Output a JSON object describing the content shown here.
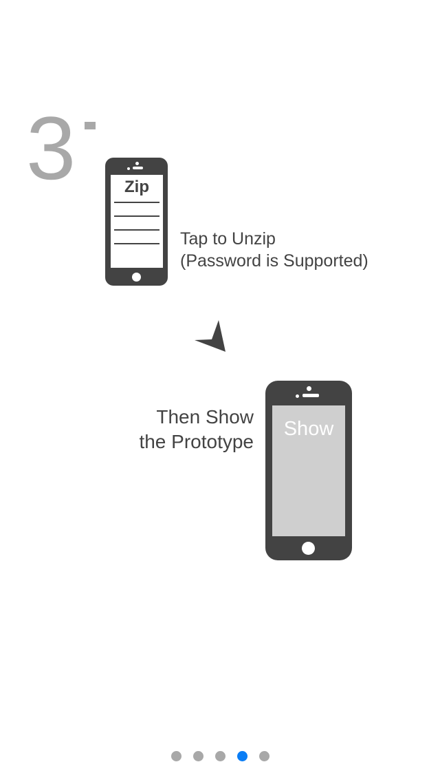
{
  "step": {
    "number": "3"
  },
  "tutorial": {
    "zip_phone_label": "Zip",
    "show_phone_label": "Show",
    "caption_unzip": {
      "line1": "Tap to Unzip",
      "line2": "(Password is Supported)"
    },
    "caption_show": {
      "line1": "Then Show",
      "line2": "the Prototype"
    }
  },
  "pager": {
    "total": 5,
    "current": 4
  },
  "colors": {
    "phone": "#434343",
    "step_number": "#a8a8a8",
    "show_screen": "#cfcfcf",
    "dot_inactive": "#a8a8a8",
    "dot_active": "#0a7df5"
  },
  "icons": {
    "arrow": "arrow-pointer-icon",
    "phone": "smartphone-icon"
  }
}
